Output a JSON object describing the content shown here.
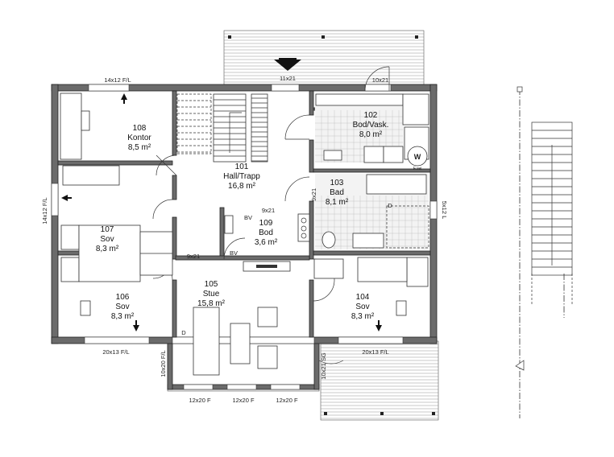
{
  "rooms": [
    {
      "number": "101",
      "name": "Hall/Trapp",
      "area": "16,8 m²"
    },
    {
      "number": "102",
      "name": "Bod/Vask.",
      "area": "8,0 m²"
    },
    {
      "number": "103",
      "name": "Bad",
      "area": "8,1 m²"
    },
    {
      "number": "104",
      "name": "Sov",
      "area": "8,3 m²"
    },
    {
      "number": "105",
      "name": "Stue",
      "area": "15,8 m²"
    },
    {
      "number": "106",
      "name": "Sov",
      "area": "8,3 m²"
    },
    {
      "number": "107",
      "name": "Sov",
      "area": "8,3 m²"
    },
    {
      "number": "108",
      "name": "Kontor",
      "area": "8,5 m²"
    },
    {
      "number": "109",
      "name": "Bod",
      "area": "3,6 m²"
    }
  ],
  "dimensions": {
    "win_top_left": "14x12 F/L",
    "door_top_mid": "11x21",
    "door_top_right": "10x21",
    "win_left": "14x12 F/L",
    "win_right": "5x12 L",
    "door_bad": "9x21",
    "door_bod": "9x21",
    "door_107": "9x21",
    "win_bottom_left": "20x13 F/L",
    "win_bottom_right": "20x13 F/L",
    "win_stue_side": "10x20 F/L",
    "door_sg": "10x21 SG",
    "win_f1": "12x20 F",
    "win_f2": "12x20 F",
    "win_f3": "12x20 F"
  },
  "marks": {
    "bv1": "BV",
    "bv2": "BV",
    "d1": "D",
    "d2": "D",
    "washer": "W",
    "fvei": "F.vei"
  }
}
